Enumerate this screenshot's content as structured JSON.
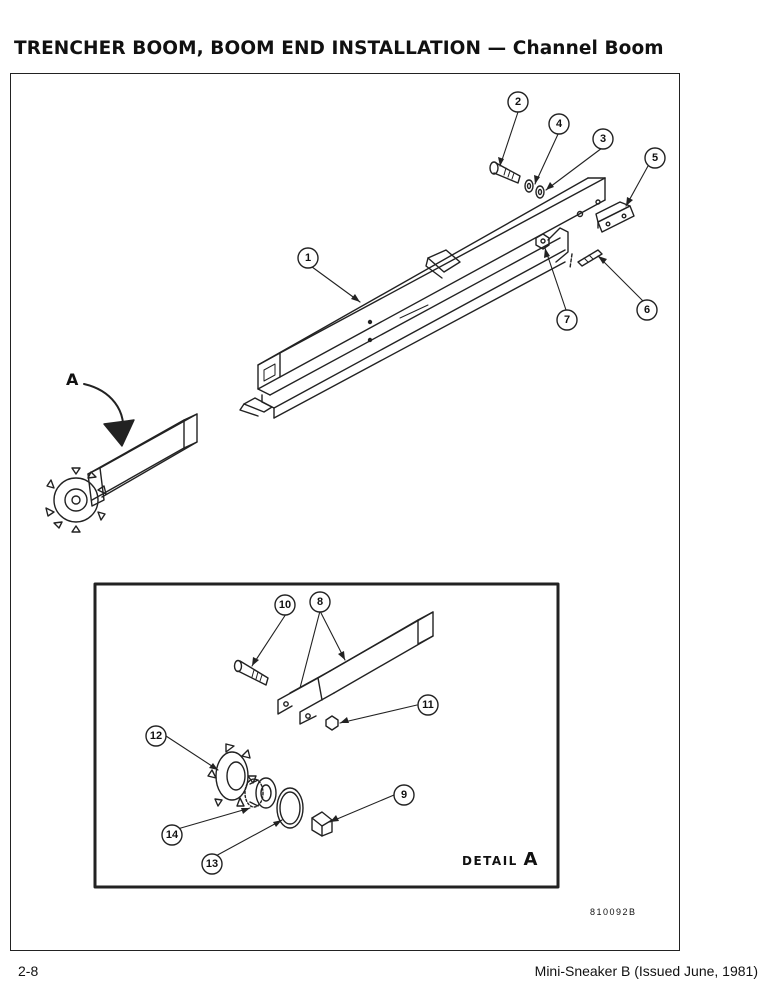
{
  "header": {
    "title": "TRENCHER BOOM, BOOM END INSTALLATION — Channel Boom"
  },
  "illustration": {
    "view_label": "A",
    "callouts": [
      "1",
      "2",
      "3",
      "4",
      "5",
      "6",
      "7",
      "8",
      "9",
      "10",
      "11",
      "12",
      "13",
      "14"
    ],
    "detail": {
      "label_word": "DETAIL",
      "label_letter": "A"
    },
    "drawing_number": "810092B"
  },
  "footer": {
    "page_number": "2-8",
    "publication": "Mini-Sneaker B (Issued June, 1981)"
  }
}
